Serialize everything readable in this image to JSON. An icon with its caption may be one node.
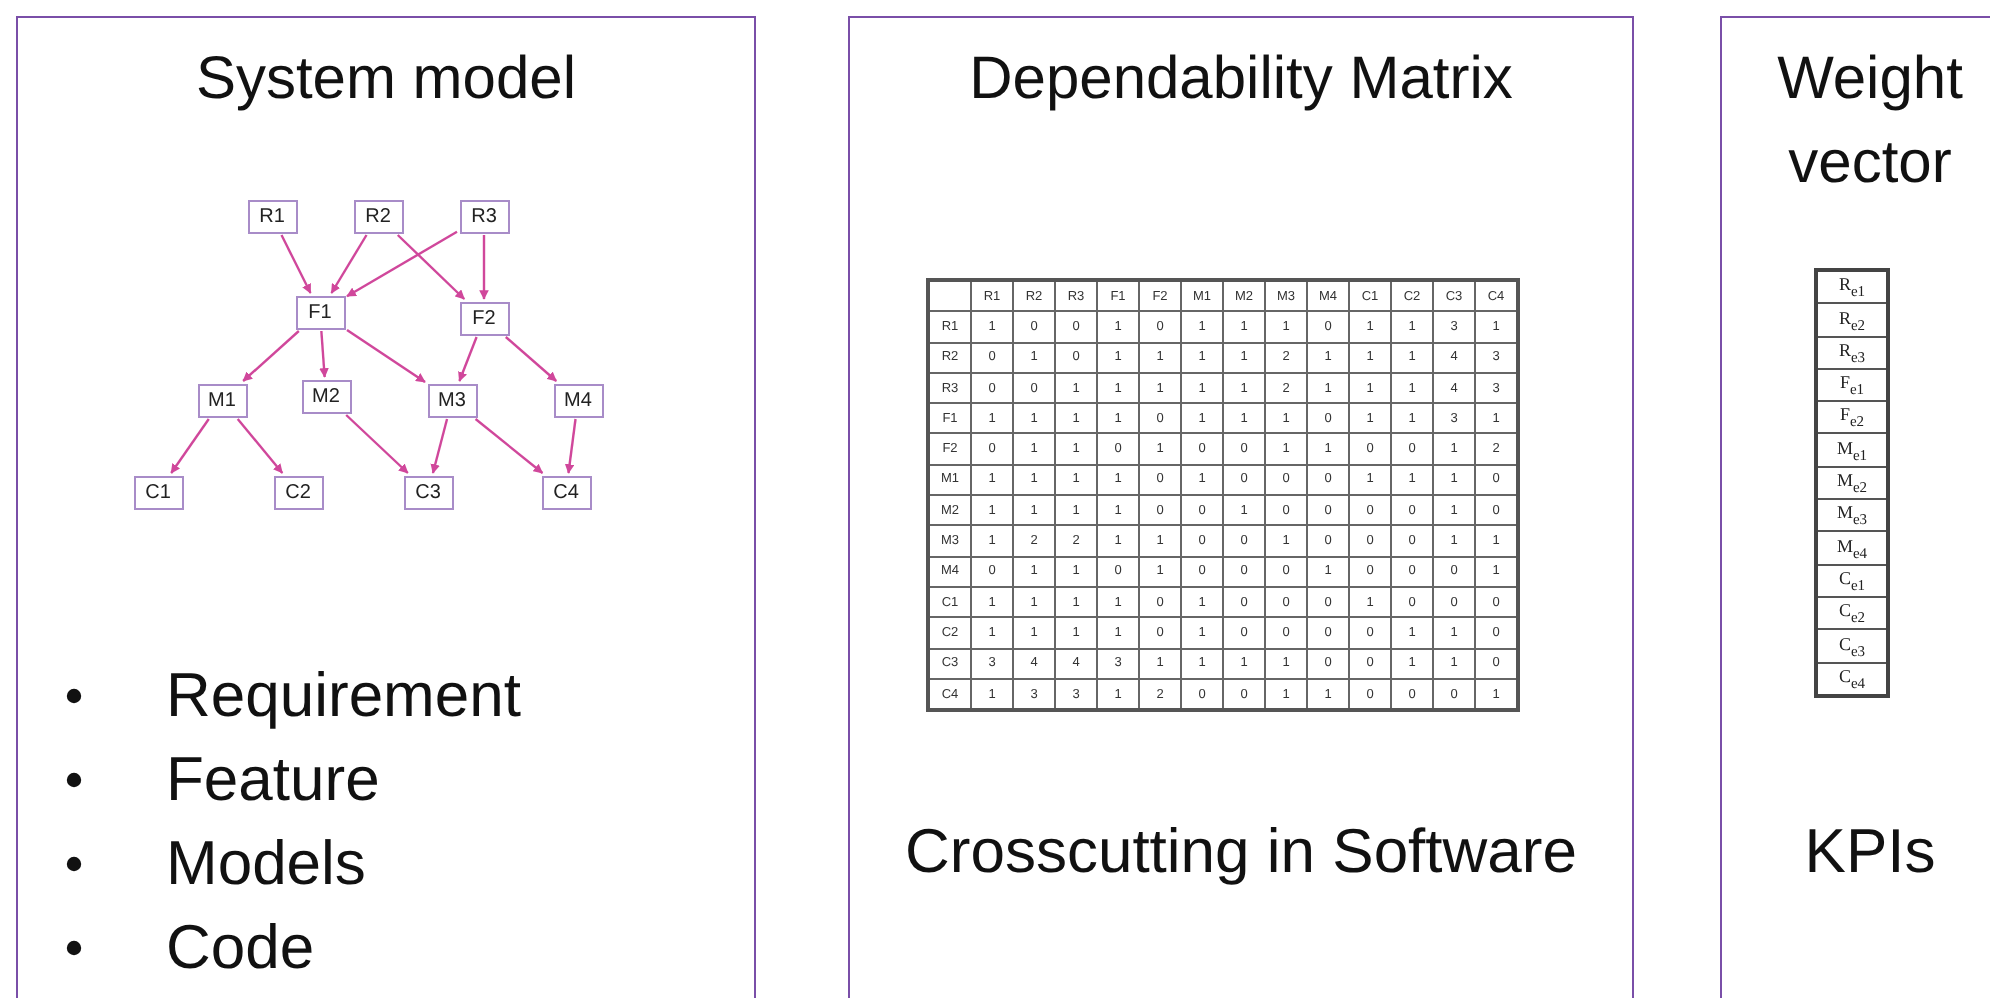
{
  "diagram": {
    "nodes": [
      {
        "text": [
          "System model",
          "Requirement",
          "Feature",
          "Models",
          "Code"
        ]
      },
      {
        "text": [
          "Dependability Matrix",
          "Crosscutting in Software"
        ]
      },
      {
        "text": [
          "Weight vector",
          "KPIs"
        ]
      },
      {
        "text": [
          "R1"
        ],
        "in": 0
      },
      {
        "text": [
          "R2"
        ],
        "in": 0
      },
      {
        "text": [
          "R3"
        ],
        "in": 0
      },
      {
        "text": [
          "F1"
        ],
        "in": 0
      },
      {
        "text": [
          "F2"
        ],
        "in": 0
      },
      {
        "text": [
          "M1"
        ],
        "in": 0
      },
      {
        "text": [
          "M2"
        ],
        "in": 0
      },
      {
        "text": [
          "M3"
        ],
        "in": 0
      },
      {
        "text": [
          "M4"
        ],
        "in": 0
      },
      {
        "text": [
          "C1"
        ],
        "in": 0
      },
      {
        "text": [
          "C2"
        ],
        "in": 0
      },
      {
        "text": [
          "C3"
        ],
        "in": 0
      },
      {
        "text": [
          "C4"
        ],
        "in": 0
      }
    ],
    "edges": [
      {
        "from": 3,
        "to": 6,
        "arrow": "to"
      },
      {
        "from": 4,
        "to": 6,
        "arrow": "to"
      },
      {
        "from": 4,
        "to": 7,
        "arrow": "to"
      },
      {
        "from": 5,
        "to": 6,
        "arrow": "to"
      },
      {
        "from": 5,
        "to": 7,
        "arrow": "to"
      },
      {
        "from": 6,
        "to": 8,
        "arrow": "to"
      },
      {
        "from": 6,
        "to": 9,
        "arrow": "to"
      },
      {
        "from": 6,
        "to": 10,
        "arrow": "to"
      },
      {
        "from": 7,
        "to": 10,
        "arrow": "to"
      },
      {
        "from": 7,
        "to": 11,
        "arrow": "to"
      },
      {
        "from": 8,
        "to": 12,
        "arrow": "to"
      },
      {
        "from": 8,
        "to": 13,
        "arrow": "to"
      },
      {
        "from": 9,
        "to": 14,
        "arrow": "to"
      },
      {
        "from": 10,
        "to": 14,
        "arrow": "to"
      },
      {
        "from": 10,
        "to": 15,
        "arrow": "to"
      },
      {
        "from": 11,
        "to": 15,
        "arrow": "to"
      }
    ],
    "labels": [
      "R1",
      "R2",
      "R3",
      "F1",
      "F2",
      "M1",
      "M2",
      "M3",
      "M4",
      "C1",
      "C2",
      "C3",
      "C4",
      "R1",
      "1",
      "0",
      "0",
      "1",
      "0",
      "1",
      "1",
      "1",
      "0",
      "1",
      "1",
      "3",
      "1",
      "R2",
      "0",
      "1",
      "0",
      "1",
      "1",
      "1",
      "1",
      "2",
      "1",
      "1",
      "1",
      "4",
      "3",
      "R3",
      "0",
      "0",
      "1",
      "1",
      "1",
      "1",
      "1",
      "2",
      "1",
      "1",
      "1",
      "4",
      "3",
      "F1",
      "1",
      "1",
      "1",
      "1",
      "0",
      "1",
      "1",
      "1",
      "0",
      "1",
      "1",
      "3",
      "1",
      "F2",
      "0",
      "1",
      "1",
      "0",
      "1",
      "0",
      "0",
      "1",
      "1",
      "0",
      "0",
      "1",
      "2",
      "M1",
      "1",
      "1",
      "1",
      "1",
      "0",
      "1",
      "0",
      "0",
      "0",
      "1",
      "1",
      "1",
      "0",
      "M2",
      "1",
      "1",
      "1",
      "1",
      "0",
      "0",
      "1",
      "0",
      "0",
      "0",
      "0",
      "1",
      "0",
      "M3",
      "1",
      "2",
      "2",
      "1",
      "1",
      "0",
      "0",
      "1",
      "0",
      "0",
      "0",
      "1",
      "1",
      "M4",
      "0",
      "1",
      "1",
      "0",
      "1",
      "0",
      "0",
      "0",
      "1",
      "0",
      "0",
      "0",
      "1",
      "C1",
      "1",
      "1",
      "1",
      "1",
      "0",
      "1",
      "0",
      "0",
      "0",
      "1",
      "0",
      "0",
      "0",
      "C2",
      "1",
      "1",
      "1",
      "1",
      "0",
      "1",
      "0",
      "0",
      "0",
      "0",
      "1",
      "1",
      "0",
      "C3",
      "3",
      "4",
      "4",
      "3",
      "1",
      "1",
      "1",
      "1",
      "0",
      "0",
      "1",
      "1",
      "0",
      "C4",
      "1",
      "3",
      "3",
      "1",
      "2",
      "0",
      "0",
      "1",
      "1",
      "0",
      "0",
      "0",
      "1",
      "R$_{e1}$",
      "R$_{e2}$",
      "R$_{e3}$",
      "F$_{e1}$",
      "F$_{e2}$",
      "M$_{e1}$",
      "M$_{e2}$",
      "M$_{e3}$",
      "M$_{e4}$",
      "C$_{e1}$",
      "C$_{e2}$",
      "C$_{e3}$",
      "C$_{e4}$"
    ]
  }
}
